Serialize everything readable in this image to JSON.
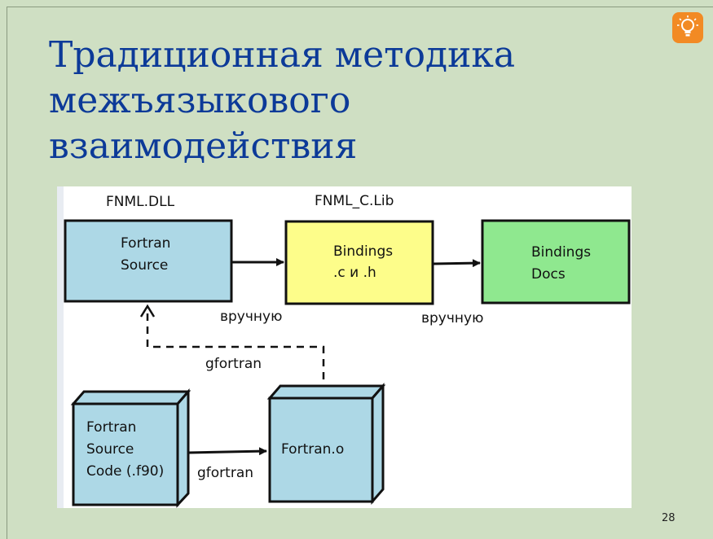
{
  "slide": {
    "title_lines": [
      "Традиционная методика",
      "межъязыкового",
      "взаимодействия"
    ],
    "page_number": "28"
  },
  "icons": {
    "hint": "lightbulb-icon"
  },
  "colors": {
    "background": "#cfdfc3",
    "title": "#0c3a98",
    "fortran_box": "#add8e6",
    "bindings_box": "#fdfd8a",
    "docs_box": "#8fe88f"
  },
  "diagram": {
    "fnml_dll": "FNML.DLL",
    "fnml_c_lib": "FNML_C.Lib",
    "fortran_source": [
      "Fortran",
      "Source"
    ],
    "bindings": [
      "Bindings",
      ".c и .h"
    ],
    "bindings_docs": [
      "Bindings",
      "Docs"
    ],
    "manual_1": "вручную",
    "manual_2": "вручную",
    "gfortran_top": "gfortran",
    "source_code": [
      "Fortran",
      "Source",
      "Code (.f90)"
    ],
    "gfortran_bottom": "gfortran",
    "object_file": "Fortran.o"
  }
}
